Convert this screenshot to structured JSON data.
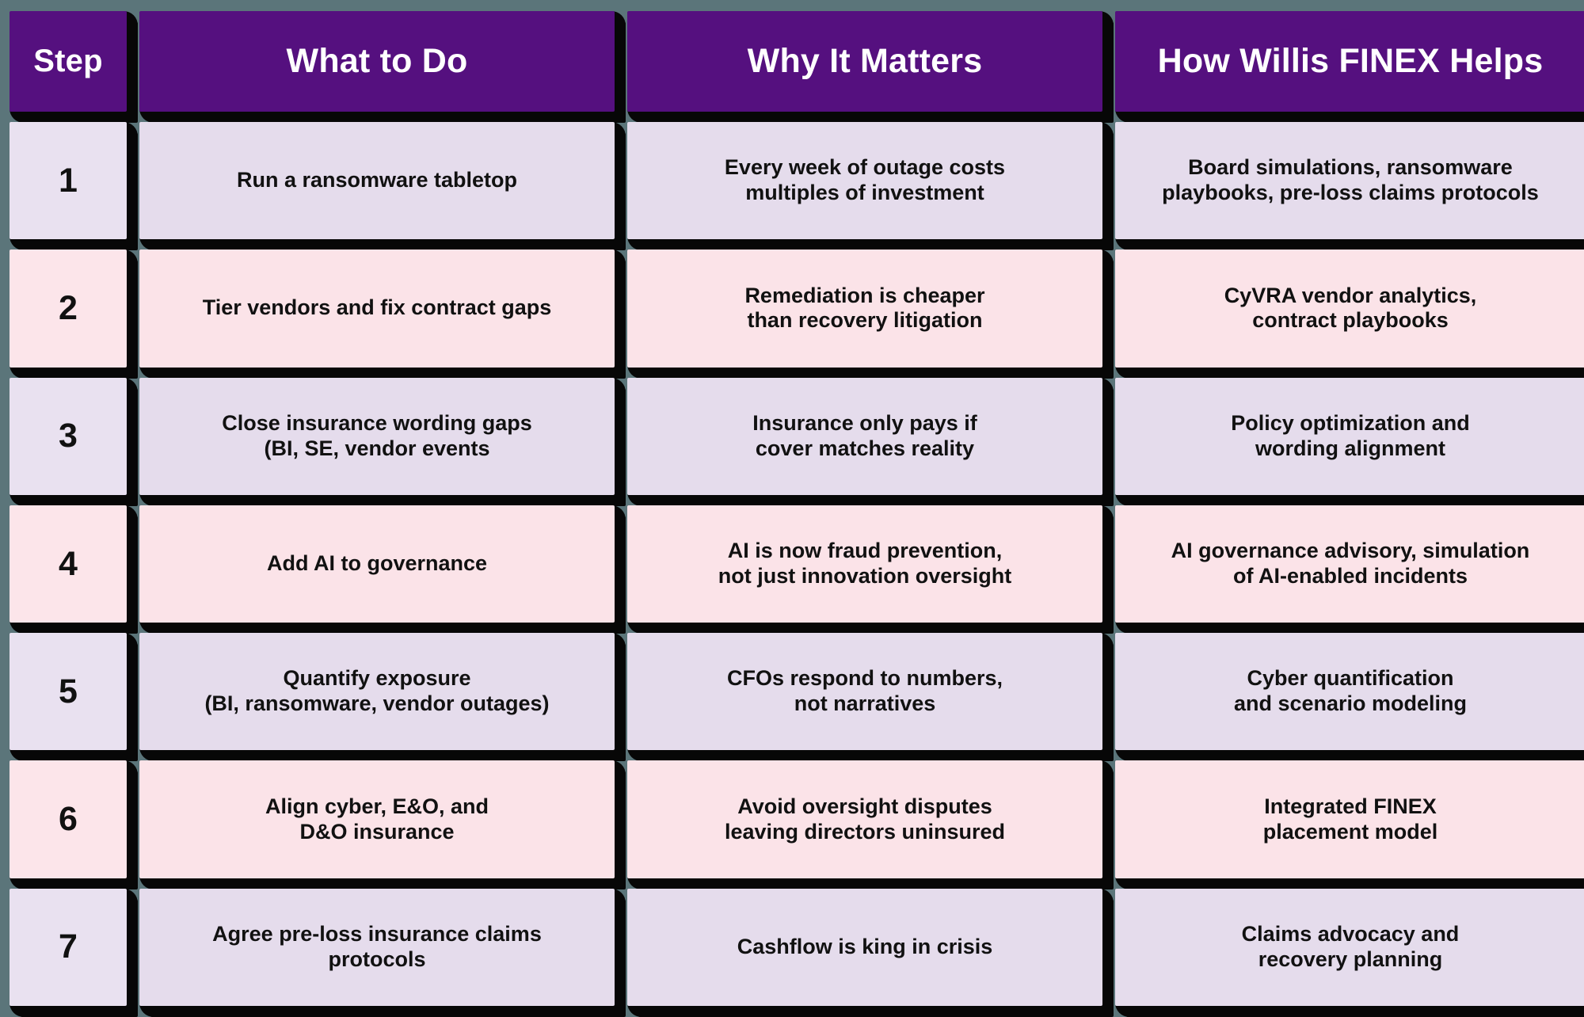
{
  "table": {
    "columns": [
      {
        "key": "step",
        "label": "Step"
      },
      {
        "key": "what",
        "label": "What to Do"
      },
      {
        "key": "why",
        "label": "Why It Matters"
      },
      {
        "key": "help",
        "label": "How Willis FINEX Helps"
      }
    ],
    "rows": [
      {
        "step": "1",
        "what": [
          "Run a ransomware tabletop"
        ],
        "why": [
          "Every week of outage costs",
          "multiples of investment"
        ],
        "help": [
          "Board simulations, ransomware",
          "playbooks, pre-loss claims protocols"
        ]
      },
      {
        "step": "2",
        "what": [
          "Tier vendors and fix contract gaps"
        ],
        "why": [
          "Remediation is cheaper",
          "than recovery litigation"
        ],
        "help": [
          "CyVRA vendor analytics,",
          "contract playbooks"
        ]
      },
      {
        "step": "3",
        "what": [
          "Close insurance wording gaps",
          "(BI, SE, vendor events"
        ],
        "why": [
          "Insurance only pays if",
          "cover matches reality"
        ],
        "help": [
          "Policy optimization and",
          "wording alignment"
        ]
      },
      {
        "step": "4",
        "what": [
          "Add AI to governance"
        ],
        "why": [
          "AI is now fraud prevention,",
          "not just innovation oversight"
        ],
        "help": [
          "AI governance advisory, simulation",
          "of AI-enabled incidents"
        ]
      },
      {
        "step": "5",
        "what": [
          "Quantify exposure",
          "(BI, ransomware, vendor outages)"
        ],
        "why": [
          "CFOs respond to numbers,",
          "not narratives"
        ],
        "help": [
          "Cyber quantification",
          "and scenario modeling"
        ]
      },
      {
        "step": "6",
        "what": [
          "Align cyber, E&O, and",
          "D&O insurance"
        ],
        "why": [
          "Avoid oversight disputes",
          "leaving directors uninsured"
        ],
        "help": [
          "Integrated FINEX",
          "placement model"
        ]
      },
      {
        "step": "7",
        "what": [
          "Agree pre-loss insurance claims",
          "protocols"
        ],
        "why": [
          "Cashflow is king in crisis"
        ],
        "help": [
          "Claims advocacy and",
          "recovery planning"
        ]
      }
    ]
  },
  "colors": {
    "header_purple": "#55107f",
    "row_odd": "#e5dcec",
    "row_even": "#fbe3e8",
    "shadow": "#070707",
    "background": "#5b757a",
    "header_text": "#ffffff",
    "body_text": "#111111"
  }
}
